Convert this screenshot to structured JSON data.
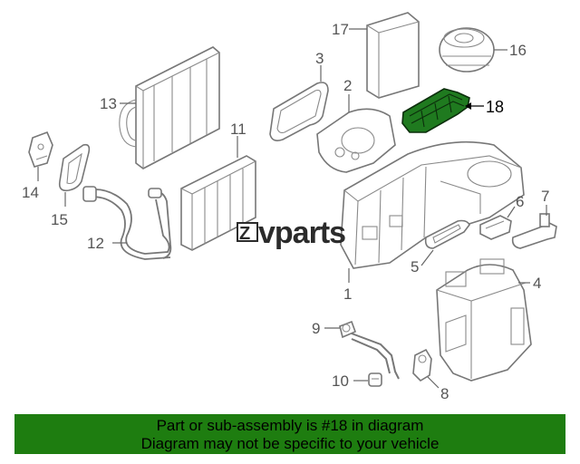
{
  "callouts": {
    "c1": "1",
    "c2": "2",
    "c3": "3",
    "c4": "4",
    "c5": "5",
    "c6": "6",
    "c7": "7",
    "c8": "8",
    "c9": "9",
    "c10": "10",
    "c11": "11",
    "c12": "12",
    "c13": "13",
    "c14": "14",
    "c15": "15",
    "c16": "16",
    "c17": "17",
    "c18": "18"
  },
  "highlight": {
    "part": "18",
    "color": "#1e7d10"
  },
  "watermark": {
    "text": "vparts",
    "logo_letter": "Z"
  },
  "banner": {
    "line1": "Part or sub-assembly is #18 in diagram",
    "line2": "Diagram may not be specific to your vehicle",
    "background": "#1e7d10"
  }
}
